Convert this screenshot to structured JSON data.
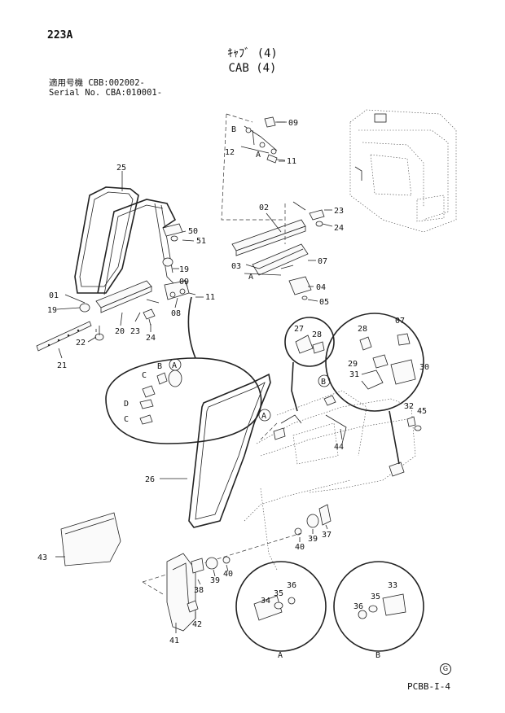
{
  "header": {
    "page_number": "223A",
    "title_jp": "ｷｬﾌﾞ (4)",
    "title_en": "CAB (4)",
    "serial_jp": "適用号機 CBB:002002-",
    "serial_en": "Serial No. CBA:010001-"
  },
  "footer": {
    "code": "PCBB-I-4",
    "mark": "G"
  },
  "callouts": {
    "c01": "01",
    "c02": "02",
    "c03": "03",
    "c04": "04",
    "c05": "05",
    "c07a": "07",
    "c07b": "07",
    "c08": "08",
    "c09a": "09",
    "c09b": "09",
    "c11a": "11",
    "c11b": "11",
    "c12": "12",
    "c19a": "19",
    "c19b": "19",
    "c20": "20",
    "c21": "21",
    "c22": "22",
    "c23a": "23",
    "c23b": "23",
    "c24a": "24",
    "c24b": "24",
    "c25": "25",
    "c26": "26",
    "c27": "27",
    "c28a": "28",
    "c28b": "28",
    "c29": "29",
    "c30": "30",
    "c31": "31",
    "c32": "32",
    "c33": "33",
    "c34": "34",
    "c35a": "35",
    "c35b": "35",
    "c36a": "36",
    "c36b": "36",
    "c37": "37",
    "c38": "38",
    "c39a": "39",
    "c39b": "39",
    "c40a": "40",
    "c40b": "40",
    "c41": "41",
    "c42": "42",
    "c43": "43",
    "c44": "44",
    "c45": "45",
    "c50": "50",
    "c51": "51"
  },
  "letters": {
    "la1": "A",
    "la2": "A",
    "la3": "A",
    "la4": "A",
    "la5": "A",
    "lb1": "B",
    "lb2": "B",
    "lb3": "B",
    "lb4": "B",
    "lc1": "C",
    "lc2": "C",
    "ld1": "D"
  }
}
